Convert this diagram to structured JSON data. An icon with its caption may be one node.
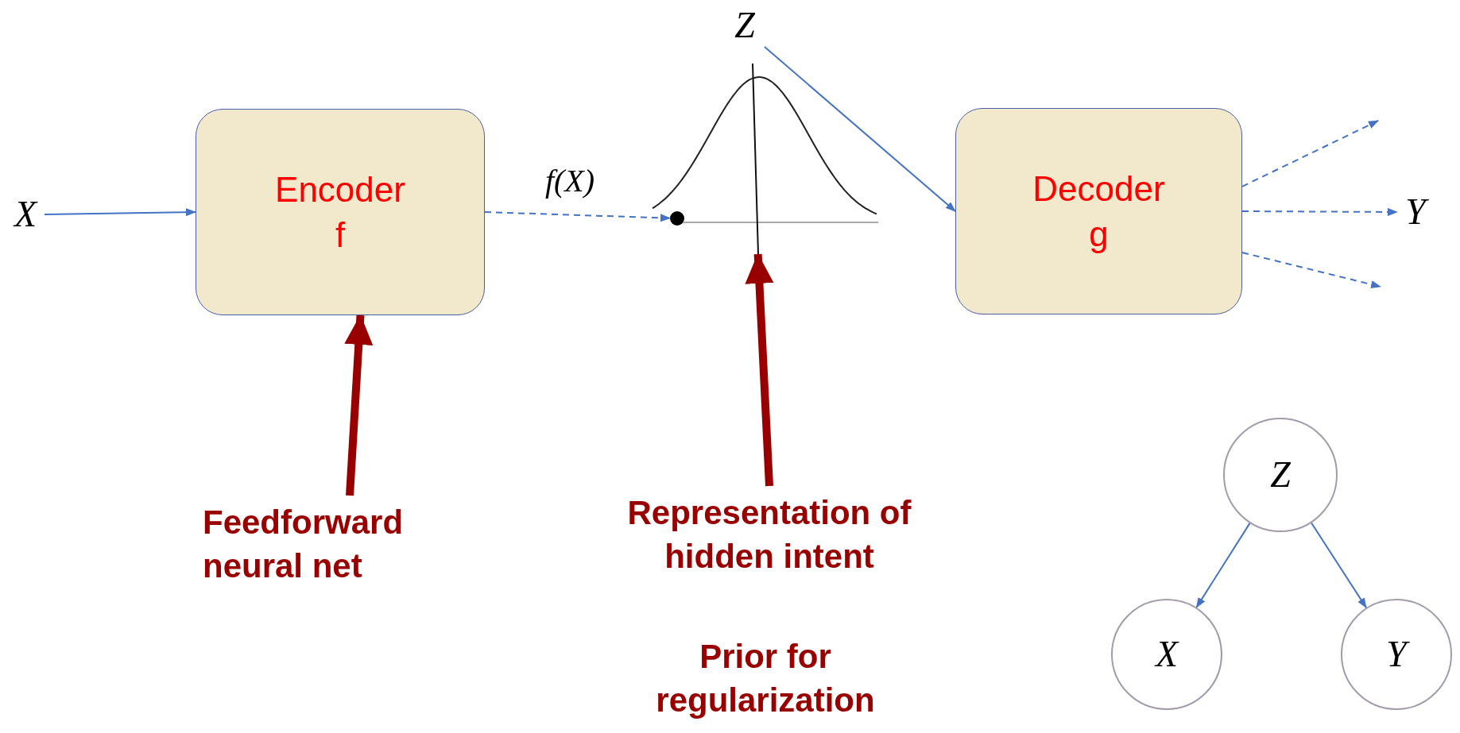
{
  "diagram": {
    "nodes": [
      {
        "text": [
          "Z"
        ]
      },
      {
        "text": [
          "X"
        ]
      },
      {
        "text": [
          "Encoder",
          "f"
        ]
      },
      {
        "text": [],
        "shape": "curve"
      },
      {
        "text": [],
        "shape": "circle",
        "in": 3
      },
      {
        "text": [
          "Decoder",
          "g"
        ]
      },
      {
        "text": [
          "Y"
        ]
      },
      {
        "text": [
          "Feedforward neural net"
        ]
      },
      {
        "text": [
          "Representation of hidden intent"
        ]
      },
      {
        "text": [
          "Z"
        ]
      },
      {
        "text": [
          "X"
        ]
      },
      {
        "text": [
          "Y"
        ]
      },
      {
        "text": [],
        "shape": "line"
      }
    ],
    "edges": [
      {
        "from": 1,
        "to": 2,
        "arrow": "to"
      },
      {
        "from": 2,
        "to": 4,
        "arrow": "to",
        "label": "f(X)",
        "style": "dashed"
      },
      {
        "from": 0,
        "to": 5,
        "arrow": "to"
      },
      {
        "from": 5,
        "to": null,
        "arrow": "to",
        "style": "dashed"
      },
      {
        "from": 5,
        "to": 6,
        "arrow": "to",
        "style": "dashed"
      },
      {
        "from": 5,
        "to": null,
        "arrow": "to",
        "style": "dashed"
      },
      {
        "from": 7,
        "to": 2,
        "arrow": "to",
        "style": "thick",
        "color": "#990000"
      },
      {
        "from": 8,
        "to": 12,
        "arrow": "to",
        "style": "thick",
        "color": "#990000"
      },
      {
        "from": 9,
        "to": 10,
        "arrow": "to"
      },
      {
        "from": 9,
        "to": 11,
        "arrow": "to"
      }
    ],
    "labels": [
      "Prior for regularization"
    ]
  }
}
